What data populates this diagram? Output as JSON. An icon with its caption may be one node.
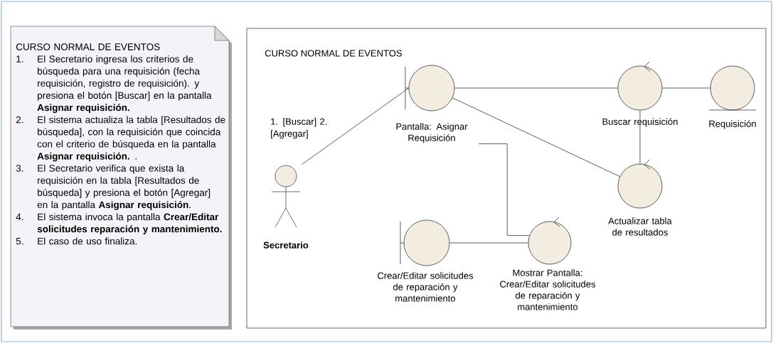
{
  "diagram": {
    "nodes": [
      {
        "text": [
          "CURSO NORMAL DE EVENTOS",
          "1.",
          "El Secretario ingresa los criterios de búsqueda para una requisición (fecha requisición, registro de requisición). y presiona el botón [Buscar] en la pantalla **Asignar requisición.**",
          "2.",
          "El sistema actualiza la tabla [Resultados de búsqueda], con la requisición que coincida con el criterio de búsqueda en la pantalla **Asignar requisición.** .",
          "3.",
          "El Secretario verifica que exista la requisición en la tabla [Resultados de búsqueda] y presiona el botón [Agregar] en la pantalla **Asignar requisición**.",
          "4.",
          "El sistema invoca la pantalla **Crear/Editar solicitudes reparación y mantenimiento.**",
          "5.",
          "El caso de uso finaliza."
        ]
      },
      {
        "text": [
          "CURSO NORMAL DE EVENTOS"
        ]
      },
      {
        "text": [
          "Secretario"
        ],
        "in": 1
      },
      {
        "text": [
          "Pantalla: Asignar Requisición"
        ],
        "in": 1
      },
      {
        "text": [
          "Buscar requisición"
        ],
        "in": 1
      },
      {
        "text": [
          "Requisición"
        ],
        "in": 1
      },
      {
        "text": [
          "Actualizar tabla de resultados"
        ],
        "in": 1
      },
      {
        "text": [
          "Crear/Editar solicitudes de reparación y mantenimiento"
        ],
        "in": 1
      },
      {
        "text": [
          "Mostrar Pantalla: Crear/Editar solicitudes de reparación y mantenimiento"
        ],
        "in": 1
      }
    ],
    "edges": [
      {
        "from": 2,
        "to": 3,
        "arrow": "none",
        "label": "1. [Buscar] 2. [Agregar]"
      },
      {
        "from": 3,
        "to": 4,
        "arrow": "none"
      },
      {
        "from": 4,
        "to": 5,
        "arrow": "none"
      },
      {
        "from": 4,
        "to": 6,
        "arrow": "none"
      },
      {
        "from": 3,
        "to": 6,
        "arrow": "none"
      },
      {
        "from": 3,
        "to": 8,
        "arrow": "none"
      },
      {
        "from": 7,
        "to": 8,
        "arrow": "none"
      }
    ]
  }
}
